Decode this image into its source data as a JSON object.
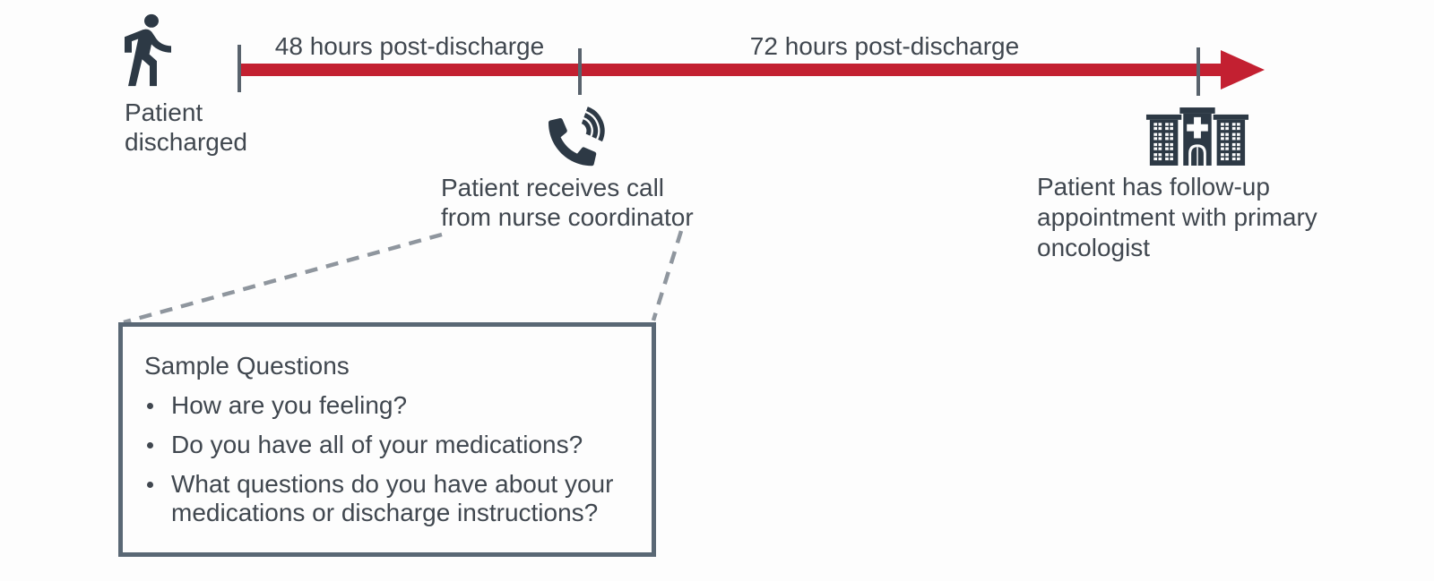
{
  "palette": {
    "background": "#fdfdfd",
    "arrow_red": "#c32031",
    "icon_dark": "#2d3945",
    "text_gray": "#40474f",
    "tick_gray": "#59636d",
    "dash_gray": "#8f969e",
    "box_border": "#5a6875"
  },
  "timeline": {
    "start": {
      "icon": "walking-person-icon",
      "label": "Patient discharged",
      "lines": [
        "Patient",
        "discharged"
      ]
    },
    "segments": [
      {
        "label": "48 hours post-discharge"
      },
      {
        "label": "72 hours post-discharge"
      }
    ],
    "milestones": [
      {
        "icon": "phone-call-icon",
        "label": "Patient receives call from nurse coordinator",
        "lines": [
          "Patient receives call",
          "from nurse coordinator"
        ]
      },
      {
        "icon": "hospital-icon",
        "label": "Patient has follow-up appointment with primary oncologist",
        "lines": [
          "Patient has follow-up",
          "appointment with primary",
          "oncologist"
        ]
      }
    ]
  },
  "callout": {
    "title": "Sample Questions",
    "bullets": [
      [
        "How are you feeling?"
      ],
      [
        "Do you have all of your medications?"
      ],
      [
        "What questions do you have about your",
        "medications or discharge instructions?"
      ]
    ]
  }
}
